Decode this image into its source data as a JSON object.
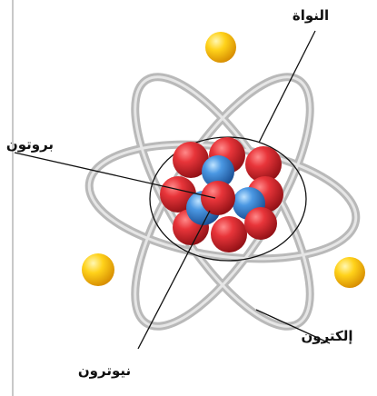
{
  "labels": {
    "nucleus": "النواة",
    "proton": "بروتون",
    "neutron": "نيوترون",
    "electron": "إلكترون"
  },
  "colors": {
    "proton": "#d8262b",
    "neutron": "#2f7fd0",
    "electron": "#f4b400",
    "orbit": "#c4c4c4",
    "page_rule": "#c8c8c8"
  }
}
